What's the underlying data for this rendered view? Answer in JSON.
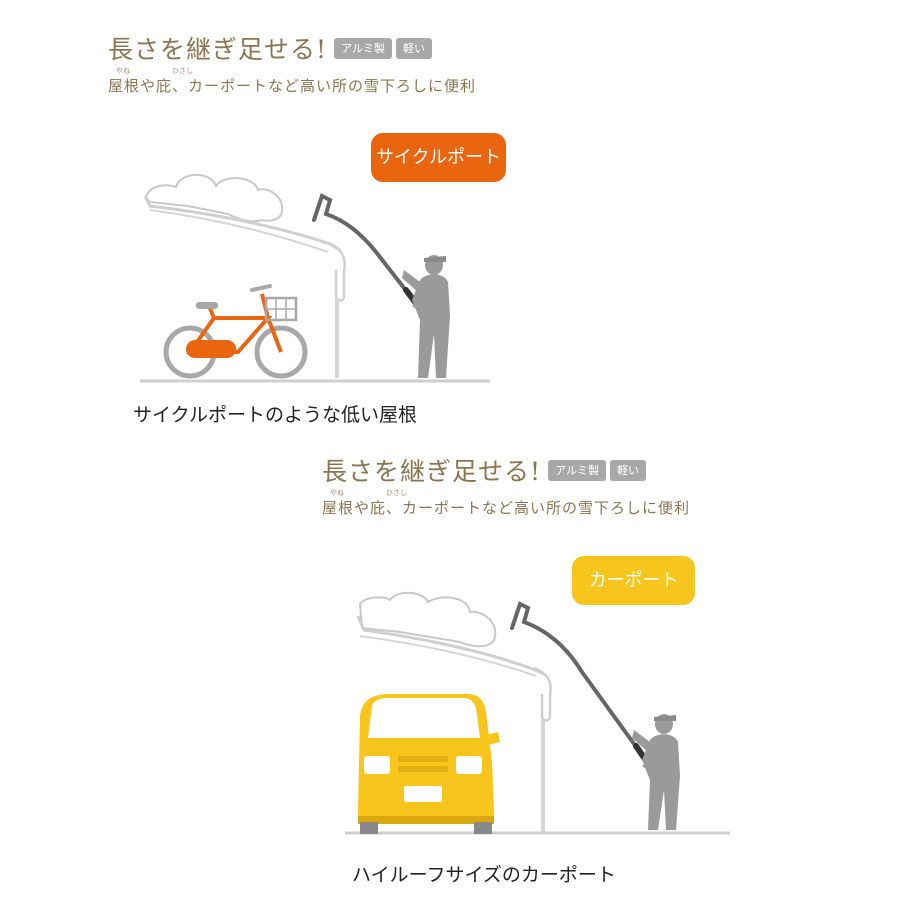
{
  "panels": [
    {
      "headline": "長さを継ぎ足せる!",
      "tags": [
        "アルミ製",
        "軽い"
      ],
      "ruby_yane": "やね",
      "ruby_hisashi": "ひさし",
      "subline": "屋根や庇、カーポートなど高い所の雪下ろしに便利",
      "badge": "サイクルポート",
      "caption": "サイクルポートのような低い屋根"
    },
    {
      "headline": "長さを継ぎ足せる!",
      "tags": [
        "アルミ製",
        "軽い"
      ],
      "ruby_yane": "やね",
      "ruby_hisashi": "ひさし",
      "subline": "屋根や庇、カーポートなど高い所の雪下ろしに便利",
      "badge": "カーポート",
      "caption": "ハイルーフサイズのカーポート"
    }
  ],
  "colors": {
    "heading": "#8a7550",
    "tag_bg": "#a8a8a8",
    "badge_cycleport": "#e9650f",
    "badge_carport": "#f7c51c",
    "bicycle": "#e9650f",
    "van": "#f7c51c",
    "figure": "#9a9a9a"
  },
  "icons": [
    "bicycle-icon",
    "van-icon",
    "person-with-snow-rake-icon",
    "snow-roof-icon"
  ]
}
